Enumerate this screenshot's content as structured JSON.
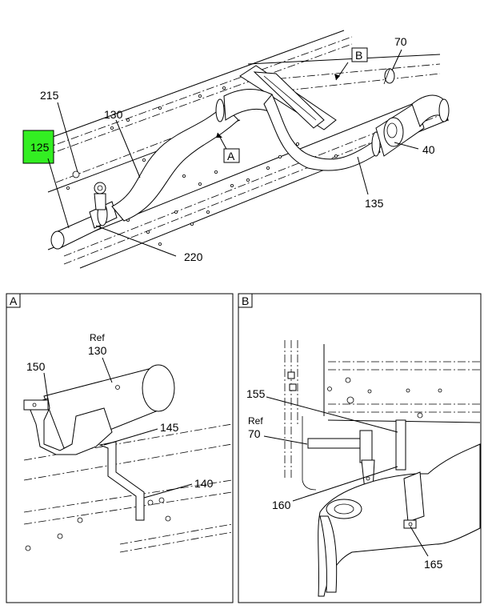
{
  "callouts_main": {
    "p215": "215",
    "p130": "130",
    "p125": "125",
    "p70": "70",
    "p40": "40",
    "p135": "135",
    "p220": "220",
    "viewA": "A",
    "viewB": "B"
  },
  "panel_a": {
    "title": "A",
    "ref_word": "Ref",
    "ref_num": "130",
    "p150": "150",
    "p145": "145",
    "p140": "140"
  },
  "panel_b": {
    "title": "B",
    "ref_word": "Ref",
    "ref_num": "70",
    "p155": "155",
    "p160": "160",
    "p165": "165"
  },
  "colors": {
    "highlight": "#33ee22",
    "line": "#000000",
    "background": "#ffffff"
  }
}
